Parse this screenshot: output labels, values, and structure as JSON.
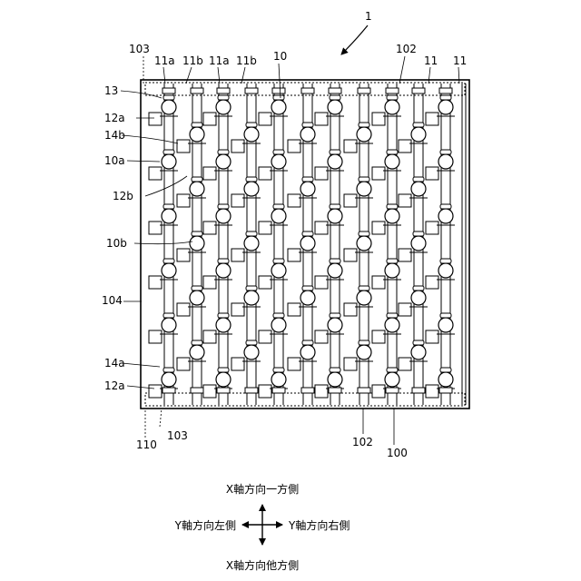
{
  "figure": {
    "ref_top": "1",
    "labels_top": [
      "103",
      "11a",
      "11b",
      "11a",
      "11b",
      "10",
      "102",
      "11",
      "11"
    ],
    "labels_left": [
      "13",
      "12a",
      "14b",
      "10a",
      "12b",
      "10b",
      "104",
      "14a",
      "12a"
    ],
    "labels_bottom": [
      "110",
      "103",
      "102",
      "100"
    ]
  },
  "directions": {
    "x_one": "X軸方向一方側",
    "x_other": "X軸方向他方側",
    "y_left": "Y軸方向左側",
    "y_right": "Y軸方向右側"
  },
  "colors": {
    "ink": "#000000",
    "paper": "#ffffff"
  }
}
